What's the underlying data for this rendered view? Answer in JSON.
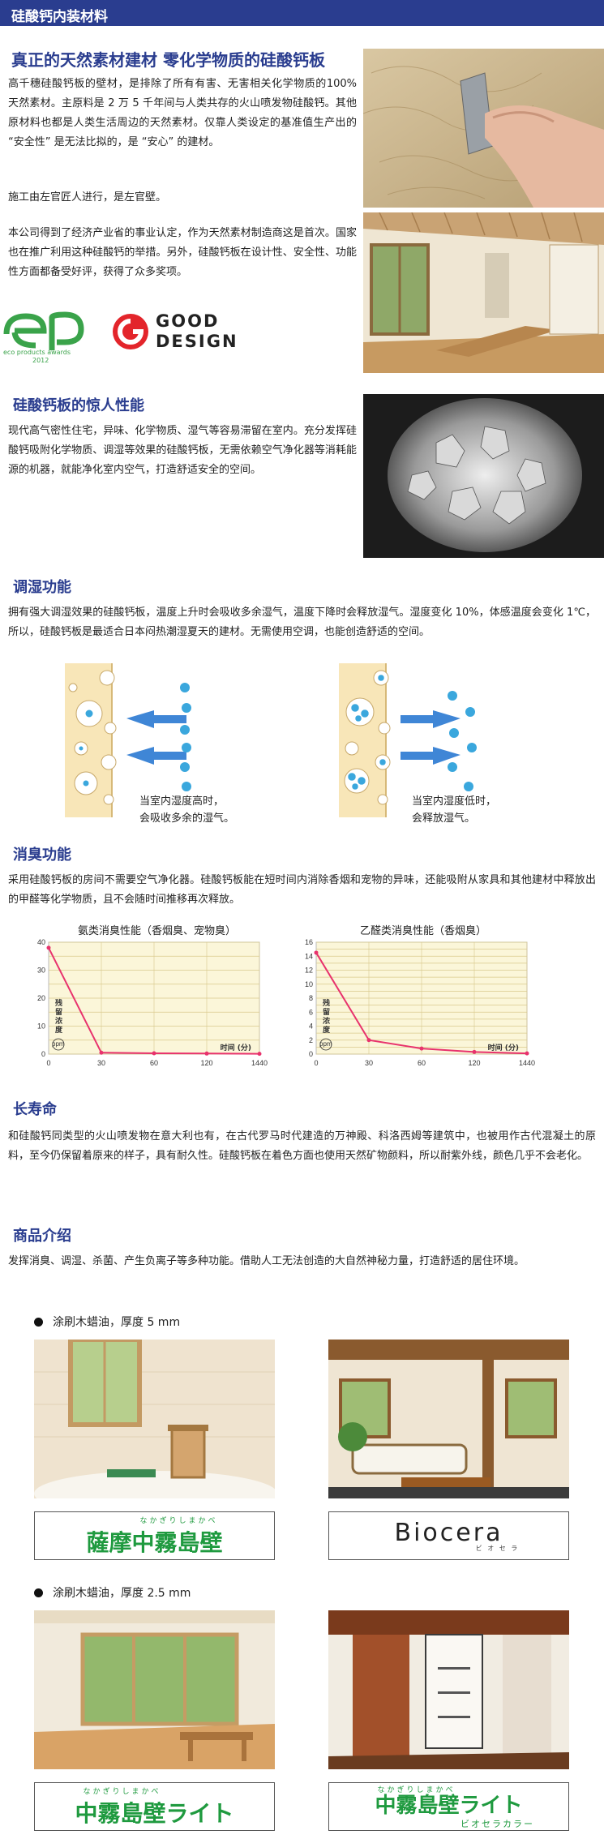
{
  "header": {
    "title": "硅酸钙内装材料"
  },
  "intro": {
    "heading": "真正的天然素材建材 零化学物质的硅酸钙板",
    "para1": "高千穗硅酸钙板的壁材，是排除了所有有害、无害相关化学物质的100% 天然素材。主原料是 2 万 5 千年间与人类共存的火山喷发物硅酸钙。其他原材料也都是人类生活周边的天然素材。仅靠人类设定的基准值生产出的 “安全性” 是无法比拟的，是 “安心” 的建材。",
    "para2": "施工由左官匠人进行，是左官壁。",
    "para3": "本公司得到了经济产业省的事业认定，作为天然素材制造商这是首次。国家也在推广利用这种硅酸钙的举措。另外，硅酸钙板在设计性、安全性、功能性方面都备受好评，获得了众多奖项。"
  },
  "awards": {
    "ep_logo": "ep",
    "ep_line1": "eco products awards",
    "ep_line2": "2012",
    "gd_mark": "G",
    "gd_line1": "GOOD",
    "gd_line2": "DESIGN"
  },
  "performance": {
    "heading": "硅酸钙板的惊人性能",
    "para": "现代高气密性住宅，异味、化学物质、湿气等容易滞留在室内。充分发挥硅酸钙吸附化学物质、调湿等效果的硅酸钙板，无需依赖空气净化器等消耗能源的机器，就能净化室内空气，打造舒适安全的空间。"
  },
  "humidity": {
    "heading": "调湿功能",
    "para": "拥有强大调湿效果的硅酸钙板，温度上升时会吸收多余湿气，温度下降时会释放湿气。湿度变化 10%，体感温度会变化 1℃，所以，硅酸钙板是最适合日本闷热潮湿夏天的建材。无需使用空调，也能创造舒适的空间。",
    "caption_left_1": "当室内湿度高时，",
    "caption_left_2": "会吸收多余的湿气。",
    "caption_right_1": "当室内湿度低时，",
    "caption_right_2": "会释放湿气。"
  },
  "deodorize": {
    "heading": "消臭功能",
    "para": "采用硅酸钙板的房间不需要空气净化器。硅酸钙板能在短时间内消除香烟和宠物的异味，还能吸附从家具和其他建材中释放出的甲醛等化学物质，且不会随时间推移再次释放。",
    "ylabel_1": "残",
    "ylabel_2": "留",
    "ylabel_3": "浓",
    "ylabel_4": "度",
    "unit": "ppm",
    "xunit": "时间 (分)"
  },
  "chart_data": [
    {
      "type": "line",
      "title": "氨类消臭性能（香烟臭、宠物臭）",
      "x": [
        "0",
        "30",
        "60",
        "120",
        "1440"
      ],
      "values": [
        38,
        0.5,
        0.3,
        0.2,
        0.1
      ],
      "yticks": [
        "0",
        "10",
        "20",
        "30",
        "40"
      ],
      "ylim": [
        0,
        40
      ],
      "ylabel": "残留浓度",
      "yunit": "ppm",
      "xlabel": "时间 (分)",
      "line_color": "#e8336d",
      "grid": true
    },
    {
      "type": "line",
      "title": "乙醛类消臭性能（香烟臭）",
      "x": [
        "0",
        "30",
        "60",
        "120",
        "1440"
      ],
      "values": [
        14.5,
        2,
        0.8,
        0.3,
        0.1
      ],
      "yticks": [
        "0",
        "2",
        "4",
        "6",
        "8",
        "10",
        "12",
        "14",
        "16"
      ],
      "ylim": [
        0,
        16
      ],
      "ylabel": "残留浓度",
      "yunit": "ppm",
      "xlabel": "时间 (分)",
      "line_color": "#e8336d",
      "grid": true
    }
  ],
  "longevity": {
    "heading": "长寿命",
    "para": "和硅酸钙同类型的火山喷发物在意大利也有，在古代罗马时代建造的万神殿、科洛西姆等建筑中，也被用作古代混凝土的原料，至今仍保留着原来的样子，具有耐久性。硅酸钙板在着色方面也使用天然矿物颜料，所以耐紫外线，颜色几乎不会老化。"
  },
  "products": {
    "heading": "商品介绍",
    "para": "发挥消臭、调湿、杀菌、产生负离子等多种功能。借助人工无法创造的大自然神秘力量，打造舒适的居住环境。",
    "group1_label": "涂刷木蜡油，厚度 5 mm",
    "group2_label": "涂刷木蜡油，厚度 2.5 mm",
    "logo1_ruby": "なかぎりしまかべ",
    "logo1": "薩摩中霧島壁",
    "logo2": "Biocera",
    "logo2_sub": "ビ オ セ ラ",
    "logo3_ruby": "なかぎりしまかべ",
    "logo3": "中霧島壁ライト",
    "logo4_ruby": "なかぎりしまかべ",
    "logo4": "中霧島壁ライト",
    "logo4_sub": "ビオセラカラー"
  },
  "colors": {
    "heading": "#2a3d8f",
    "chart_line": "#e8336d",
    "chart_bg": "#fbf6d9",
    "logo_green": "#1f9a3f",
    "droplet": "#3aa7dd",
    "arrow": "#3f86d6"
  }
}
